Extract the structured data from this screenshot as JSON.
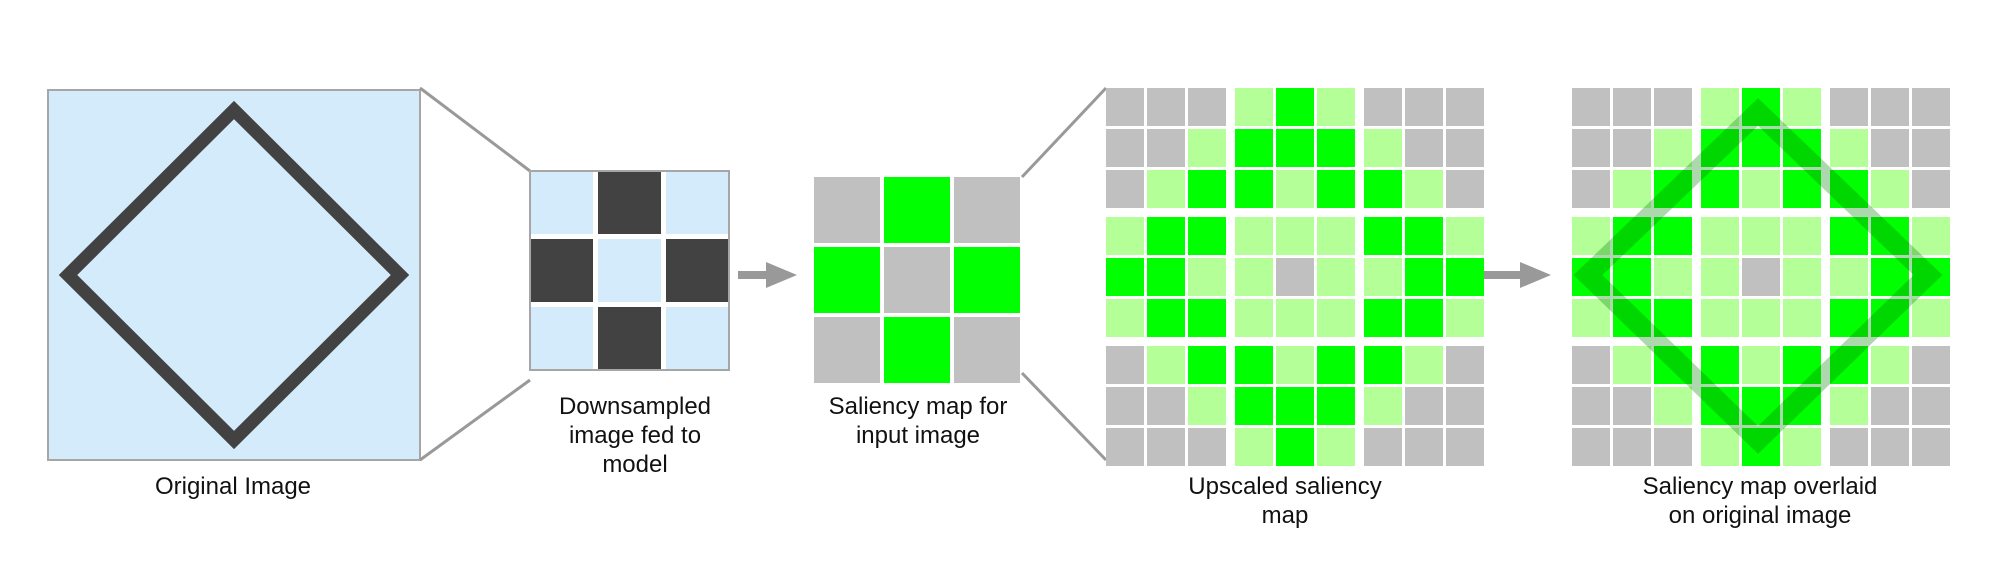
{
  "captions": {
    "original": [
      "Original Image"
    ],
    "downsampled": [
      "Downsampled",
      "image fed to",
      "model"
    ],
    "saliency": [
      "Saliency map for",
      "input image"
    ],
    "upscaled": [
      "Upscaled saliency",
      "map"
    ],
    "overlay": [
      "Saliency map overlaid",
      "on original image"
    ]
  },
  "colors": {
    "background": "#d4ebfb",
    "dark": "#424242",
    "gray": "#c0c0c0",
    "green": "#00ff00",
    "light_green": "#b5ff98",
    "arrow": "#999999",
    "border": "#a6a6a6",
    "grid_line": "#ffffff"
  },
  "downsampled_grid": [
    [
      "light",
      "dark",
      "light"
    ],
    [
      "dark",
      "light",
      "dark"
    ],
    [
      "light",
      "dark",
      "light"
    ]
  ],
  "saliency_grid": [
    [
      "gray",
      "green",
      "gray"
    ],
    [
      "green",
      "gray",
      "green"
    ],
    [
      "gray",
      "green",
      "gray"
    ]
  ],
  "upscaled_grid": [
    [
      "gray",
      "gray",
      "gray",
      "lg",
      "green",
      "lg",
      "gray",
      "gray",
      "gray"
    ],
    [
      "gray",
      "gray",
      "lg",
      "green",
      "green",
      "green",
      "lg",
      "gray",
      "gray"
    ],
    [
      "gray",
      "lg",
      "green",
      "green",
      "lg",
      "green",
      "green",
      "lg",
      "gray"
    ],
    [
      "lg",
      "green",
      "green",
      "lg",
      "lg",
      "lg",
      "green",
      "green",
      "lg"
    ],
    [
      "green",
      "green",
      "lg",
      "lg",
      "gray",
      "lg",
      "lg",
      "green",
      "green"
    ],
    [
      "lg",
      "green",
      "green",
      "lg",
      "lg",
      "lg",
      "green",
      "green",
      "lg"
    ],
    [
      "gray",
      "lg",
      "green",
      "green",
      "lg",
      "green",
      "green",
      "lg",
      "gray"
    ],
    [
      "gray",
      "gray",
      "lg",
      "green",
      "green",
      "green",
      "lg",
      "gray",
      "gray"
    ],
    [
      "gray",
      "gray",
      "gray",
      "lg",
      "green",
      "lg",
      "gray",
      "gray",
      "gray"
    ]
  ]
}
